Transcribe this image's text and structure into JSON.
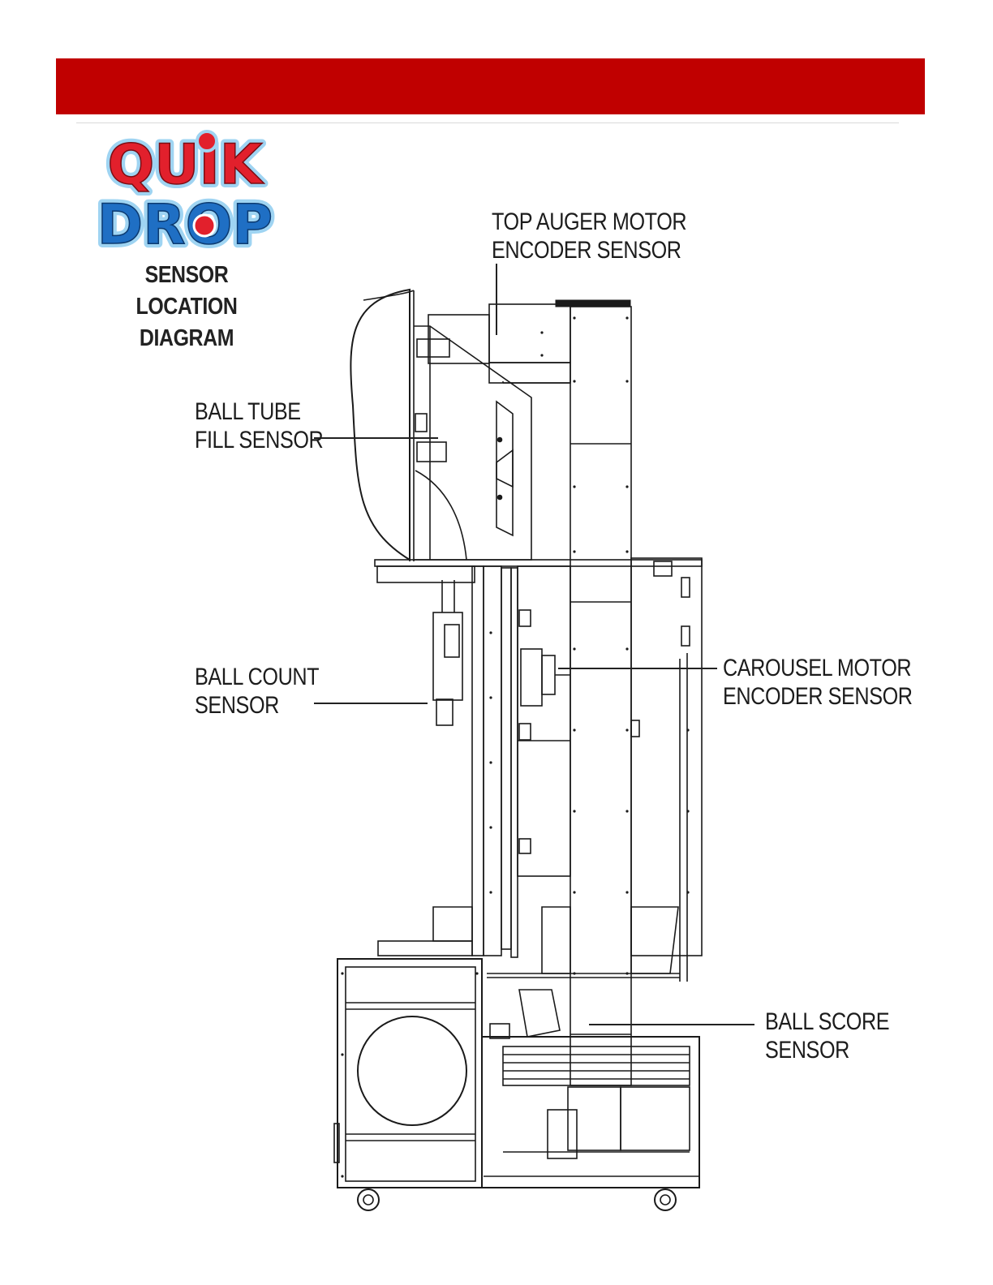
{
  "header": {
    "color": "#c00000"
  },
  "logo": {
    "word1": "QUIK",
    "word2": "DROP",
    "colors": {
      "red": "#e2202c",
      "blue": "#1f6fc4",
      "outline": "#9fd4f2"
    }
  },
  "title": {
    "line1": "SENSOR LOCATION",
    "line2": "DIAGRAM"
  },
  "labels": {
    "top_auger": {
      "line1": "TOP AUGER MOTOR",
      "line2": "ENCODER SENSOR"
    },
    "ball_tube": {
      "line1": "BALL TUBE",
      "line2": "FILL SENSOR"
    },
    "ball_count": {
      "line1": "BALL COUNT",
      "line2": "SENSOR"
    },
    "carousel": {
      "line1": "CAROUSEL MOTOR",
      "line2": "ENCODER SENSOR"
    },
    "ball_score": {
      "line1": "BALL SCORE",
      "line2": "SENSOR"
    }
  }
}
